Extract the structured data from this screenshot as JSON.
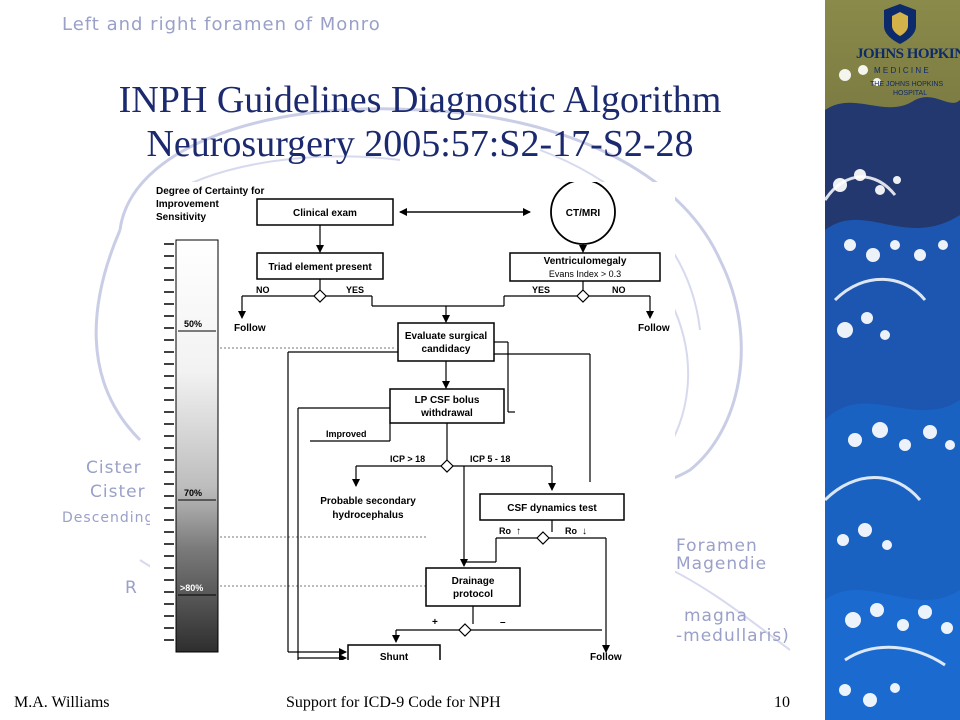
{
  "slide": {
    "title_line1": "INPH Guidelines Diagnostic Algorithm",
    "title_line2": "Neurosurgery 2005:57:S2-17-S2-28",
    "footer_author": "M.A. Williams",
    "footer_center": "Support for ICD-9 Code for NPH",
    "footer_page": "10"
  },
  "logo": {
    "line1": "JOHNS HOPKINS",
    "line2": "M E D I C I N E",
    "line3": "THE JOHNS HOPKINS",
    "line4": "HOSPITAL"
  },
  "background_labels": {
    "top": "Left and right foramen of Monro",
    "cister1": "Cister",
    "cister2": "Cister",
    "descending": "Descending",
    "r": "R",
    "foramen": "Foramen",
    "magendie": "Magendie",
    "magna": "magna",
    "medullaris": "-medullaris)"
  },
  "scale": {
    "header1": "Degree of Certainty for",
    "header2": "Improvement",
    "header3": "Sensitivity",
    "mark_50": "50%",
    "mark_70": "70%",
    "mark_80": ">80%"
  },
  "flow": {
    "clinical_exam": "Clinical exam",
    "ct_mri": "CT/MRI",
    "triad": "Triad element present",
    "ventriculomegaly": "Ventriculomegaly",
    "evans": "Evans Index > 0.3",
    "no_left": "NO",
    "yes_left": "YES",
    "yes_right": "YES",
    "no_right": "NO",
    "follow_left": "Follow",
    "follow_right": "Follow",
    "evaluate1": "Evaluate surgical",
    "evaluate2": "candidacy",
    "lp1": "LP CSF bolus",
    "lp2": "withdrawal",
    "improved": "Improved",
    "icp_gt": "ICP > 18",
    "icp_range": "ICP 5 - 18",
    "probable1": "Probable secondary",
    "probable2": "hydrocephalus",
    "csf_test": "CSF dynamics test",
    "ro_up": "Ro",
    "ro_down": "Ro",
    "drainage1": "Drainage",
    "drainage2": "protocol",
    "plus": "+",
    "minus": "–",
    "shunt": "Shunt",
    "follow_bottom": "Follow"
  }
}
